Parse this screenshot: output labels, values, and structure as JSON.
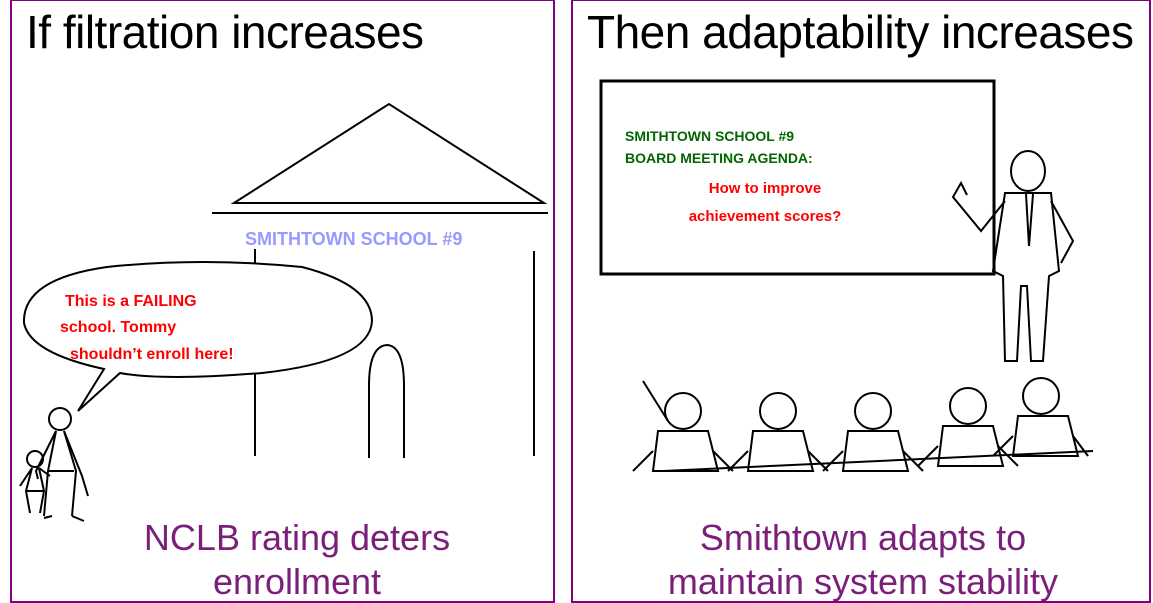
{
  "left_panel": {
    "heading": "If filtration increases",
    "sign": "SMITHTOWN SCHOOL #9",
    "speech": [
      "This is a FAILING",
      "school.  Tommy",
      "shouldn’t enroll here!"
    ],
    "caption": [
      "NCLB rating deters",
      "enrollment"
    ]
  },
  "right_panel": {
    "heading": "Then adaptability increases",
    "board_title": [
      "SMITHTOWN SCHOOL #9",
      "BOARD MEETING AGENDA:"
    ],
    "board_question": [
      "How to improve",
      "achievement scores?"
    ],
    "caption": [
      "Smithtown adapts to",
      "maintain system stability"
    ]
  },
  "colors": {
    "border": "#800080",
    "caption": "#7a1f7a",
    "sign": "#9999ff",
    "agenda_title": "#006600",
    "agenda_question": "#ff0000",
    "speech_text": "#ff0000"
  }
}
